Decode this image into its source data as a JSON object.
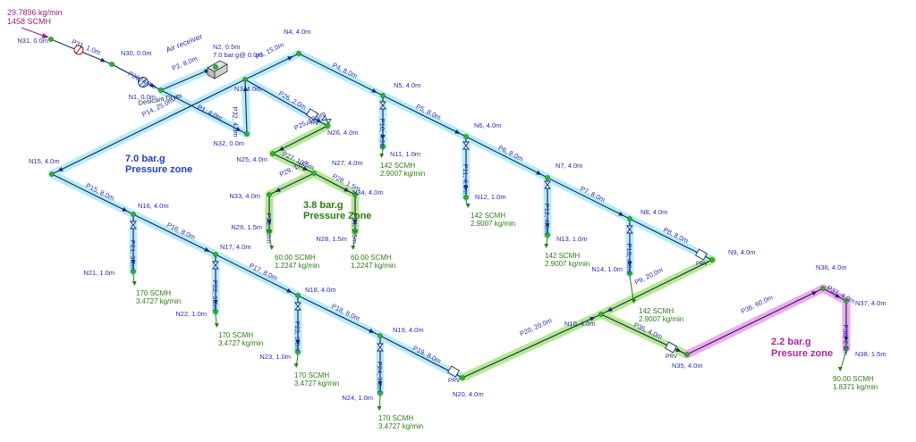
{
  "source_flow": {
    "kgmin": "29.7896 kg/min",
    "scmh": "1458 SCMH"
  },
  "equipment": {
    "air_receiver": "Air receiver",
    "dryer": "Desicant Dryer"
  },
  "zones": [
    {
      "id": "z70",
      "line1": "7.0 bar.g",
      "line2": "Pressure zone",
      "color": "#1f3fbf"
    },
    {
      "id": "z38",
      "line1": "3.8 bar.g",
      "line2": "Pressure Zone",
      "color": "#2a7d12"
    },
    {
      "id": "z22",
      "line1": "2.2 bar.g",
      "line2": "Presure zone",
      "color": "#b0249c"
    }
  ],
  "nodes": [
    {
      "id": "N31",
      "label": "N31, 0.0m",
      "type": "junction"
    },
    {
      "id": "N30",
      "label": "N30, 0.0m",
      "type": "junction"
    },
    {
      "id": "N1",
      "label": "N1, 0.0m",
      "type": "junction"
    },
    {
      "id": "N2",
      "label": "N2, 0.5m",
      "label2": "7.0 bar.g@ 0.0m",
      "type": "tank"
    },
    {
      "id": "N3",
      "label": "N3, 4.0m",
      "type": "junction"
    },
    {
      "id": "N4",
      "label": "N4, 4.0m",
      "type": "junction"
    },
    {
      "id": "N5",
      "label": "N5, 4.0m",
      "type": "junction"
    },
    {
      "id": "N6",
      "label": "N6, 4.0m",
      "type": "junction"
    },
    {
      "id": "N7",
      "label": "N7, 4.0m",
      "type": "junction"
    },
    {
      "id": "N8",
      "label": "N8, 4.0m",
      "type": "junction"
    },
    {
      "id": "N9",
      "label": "N9, 4.0m",
      "type": "junction"
    },
    {
      "id": "N10",
      "label": "N10, 4.0m",
      "type": "junction"
    },
    {
      "id": "N11",
      "label": "N11, 1.0m",
      "type": "outlet"
    },
    {
      "id": "N12",
      "label": "N12, 1.0m",
      "type": "outlet"
    },
    {
      "id": "N13",
      "label": "N13, 1.0m",
      "type": "outlet"
    },
    {
      "id": "N14",
      "label": "N14, 1.0m",
      "type": "outlet"
    },
    {
      "id": "N15",
      "label": "N15, 4.0m",
      "type": "junction"
    },
    {
      "id": "N16",
      "label": "N16, 4.0m",
      "type": "junction"
    },
    {
      "id": "N17",
      "label": "N17, 4.0m",
      "type": "junction"
    },
    {
      "id": "N18",
      "label": "N18, 4.0m",
      "type": "junction"
    },
    {
      "id": "N19",
      "label": "N19, 4.0m",
      "type": "junction"
    },
    {
      "id": "N20",
      "label": "N20, 4.0m",
      "type": "junction"
    },
    {
      "id": "N21",
      "label": "N21, 1.0m",
      "type": "outlet"
    },
    {
      "id": "N22",
      "label": "N22, 1.0m",
      "type": "outlet"
    },
    {
      "id": "N23",
      "label": "N23, 1.0m",
      "type": "outlet"
    },
    {
      "id": "N24",
      "label": "N24, 1.0m",
      "type": "outlet"
    },
    {
      "id": "N25",
      "label": "N25, 4.0m",
      "type": "junction"
    },
    {
      "id": "N26",
      "label": "N26, 4.0m",
      "type": "junction"
    },
    {
      "id": "N27",
      "label": "N27, 4.0m",
      "type": "junction"
    },
    {
      "id": "N28",
      "label": "N28, 1.5m",
      "type": "outlet"
    },
    {
      "id": "N29",
      "label": "N29, 1.5m",
      "type": "outlet"
    },
    {
      "id": "N32",
      "label": "N32, 0.0m",
      "type": "junction"
    },
    {
      "id": "N33",
      "label": "N33, 4.0m",
      "type": "junction"
    },
    {
      "id": "N34",
      "label": "N34, 4.0m",
      "type": "junction"
    },
    {
      "id": "N35",
      "label": "N35, 4.0m",
      "type": "junction"
    },
    {
      "id": "N36",
      "label": "N36, 4.0m",
      "type": "junction"
    },
    {
      "id": "N37",
      "label": "N37, 4.0m",
      "type": "junction"
    },
    {
      "id": "N38",
      "label": "N38, 1.5m",
      "type": "outlet"
    }
  ],
  "pipes": [
    {
      "id": "P31",
      "label": "P31, 1.0m",
      "from": "N31",
      "to": "N30",
      "zone": "none"
    },
    {
      "id": "P30",
      "label": "P30, 4.0m",
      "from": "N30",
      "to": "N1",
      "zone": "none"
    },
    {
      "id": "P2",
      "label": "P2, 8.0m",
      "from": "N1",
      "to": "N2",
      "zone": "z70"
    },
    {
      "id": "P1",
      "label": "P1, 4.0m",
      "from": "N1",
      "to": "N32",
      "zone": "z70"
    },
    {
      "id": "P32",
      "label": "P32, 4.0m",
      "from": "N32",
      "to": "N3",
      "zone": "z70"
    },
    {
      "id": "P3",
      "label": "P3, 15.0m",
      "from": "N3",
      "to": "N4",
      "zone": "z70"
    },
    {
      "id": "P4",
      "label": "P4, 8.0m",
      "from": "N4",
      "to": "N5",
      "zone": "z70"
    },
    {
      "id": "P5",
      "label": "P5, 8.0m",
      "from": "N5",
      "to": "N6",
      "zone": "z70"
    },
    {
      "id": "P6",
      "label": "P6, 8.0m",
      "from": "N6",
      "to": "N7",
      "zone": "z70"
    },
    {
      "id": "P7",
      "label": "P7, 8.0m",
      "from": "N7",
      "to": "N8",
      "zone": "z70"
    },
    {
      "id": "P8",
      "label": "P8, 8.0m",
      "from": "N8",
      "to": "N9",
      "zone": "z70"
    },
    {
      "id": "P10",
      "label": "P10, 4.0m",
      "from": "N5",
      "to": "N11",
      "zone": "z70"
    },
    {
      "id": "P11",
      "label": "P11, 4.0m",
      "from": "N6",
      "to": "N12",
      "zone": "z70"
    },
    {
      "id": "P12",
      "label": "P12, 4.0m",
      "from": "N7",
      "to": "N13",
      "zone": "z70"
    },
    {
      "id": "P13",
      "label": "P13, 4.0m",
      "from": "N8",
      "to": "N14",
      "zone": "z70"
    },
    {
      "id": "P14",
      "label": "P14, 25.0m",
      "from": "N3",
      "to": "N15",
      "zone": "z70"
    },
    {
      "id": "P15",
      "label": "P15, 8.0m",
      "from": "N15",
      "to": "N16",
      "zone": "z70"
    },
    {
      "id": "P16",
      "label": "P16, 8.0m",
      "from": "N16",
      "to": "N17",
      "zone": "z70"
    },
    {
      "id": "P17",
      "label": "P17, 8.0m",
      "from": "N17",
      "to": "N18",
      "zone": "z70"
    },
    {
      "id": "P18",
      "label": "P18, 8.0m",
      "from": "N18",
      "to": "N19",
      "zone": "z70"
    },
    {
      "id": "P19",
      "label": "P19, 8.0m",
      "from": "N19",
      "to": "N20",
      "zone": "z70"
    },
    {
      "id": "P21",
      "label": "P21, 3.0m",
      "from": "N16",
      "to": "N21",
      "zone": "z70"
    },
    {
      "id": "P22",
      "label": "P22, 3.0m",
      "from": "N17",
      "to": "N22",
      "zone": "z70"
    },
    {
      "id": "P23",
      "label": "P23, 3.0m",
      "from": "N18",
      "to": "N23",
      "zone": "z70"
    },
    {
      "id": "P24",
      "label": "P24, 3.0m",
      "from": "N19",
      "to": "N24",
      "zone": "z70"
    },
    {
      "id": "P26",
      "label": "P26, 2.0m",
      "from": "N3",
      "to": "N26",
      "zone": "z70"
    },
    {
      "id": "P25",
      "label": "P25, 10.0m",
      "from": "N26",
      "to": "N25",
      "zone": "z38"
    },
    {
      "id": "P27",
      "label": "P27, 10.5m",
      "from": "N25",
      "to": "N27",
      "zone": "z38"
    },
    {
      "id": "P29",
      "label": "P29, 1.5m",
      "from": "N27",
      "to": "N33",
      "zone": "z38"
    },
    {
      "id": "P28",
      "label": "P28, 1.5m",
      "from": "N27",
      "to": "N34",
      "zone": "z38"
    },
    {
      "id": "P33",
      "label": "P33, 2.5m",
      "from": "N33",
      "to": "N29",
      "zone": "z38"
    },
    {
      "id": "P34",
      "label": "P34, 2.5m",
      "from": "N34",
      "to": "N28",
      "zone": "z38"
    },
    {
      "id": "P20",
      "label": "P20, 20.0m",
      "from": "N20",
      "to": "N10",
      "zone": "z38"
    },
    {
      "id": "P9",
      "label": "P9, 20.0m",
      "from": "N9",
      "to": "N10",
      "zone": "z38"
    },
    {
      "id": "P35",
      "label": "P35, 4.0m",
      "from": "N10",
      "to": "N35",
      "zone": "z38"
    },
    {
      "id": "P36",
      "label": "P36, 60.0m",
      "from": "N35",
      "to": "N36",
      "zone": "z22"
    },
    {
      "id": "P37",
      "label": "P37, 4.0m",
      "from": "N36",
      "to": "N37",
      "zone": "z22"
    },
    {
      "id": "P38",
      "label": "P38, 2.5m",
      "from": "N37",
      "to": "N38",
      "zone": "z22"
    }
  ],
  "demands": [
    {
      "node": "N11",
      "scmh": "142 SCMH",
      "kgmin": "2.9007 kg/min"
    },
    {
      "node": "N12",
      "scmh": "142 SCMH",
      "kgmin": "2.9007 kg/min"
    },
    {
      "node": "N13",
      "scmh": "142 SCMH",
      "kgmin": "2.9007 kg/min"
    },
    {
      "node": "N14",
      "scmh": "142 SCMH",
      "kgmin": "2.9007 kg/min"
    },
    {
      "node": "N21",
      "scmh": "170 SCMH",
      "kgmin": "3.4727 kg/min"
    },
    {
      "node": "N22",
      "scmh": "170 SCMH",
      "kgmin": "3.4727 kg/min"
    },
    {
      "node": "N23",
      "scmh": "170 SCMH",
      "kgmin": "3.4727 kg/min"
    },
    {
      "node": "N24",
      "scmh": "170 SCMH",
      "kgmin": "3.4727 kg/min"
    },
    {
      "node": "N29",
      "scmh": "60.00 SCMH",
      "kgmin": "1.2247 kg/min"
    },
    {
      "node": "N28",
      "scmh": "60.00 SCMH",
      "kgmin": "1.2247 kg/min"
    },
    {
      "node": "N38",
      "scmh": "90.00 SCMH",
      "kgmin": "1.8371 kg/min"
    }
  ],
  "prv_label": "PRV",
  "colors": {
    "pipe": "#1a2a6c",
    "label_blue": "#2a2ab0",
    "halo_blue": "#b8ecf6",
    "halo_green": "#b6e98f",
    "halo_pink": "#f2a8ea",
    "node": "#2bb52b",
    "demand_text": "#2a7d12",
    "source_text": "#9a1e86"
  }
}
